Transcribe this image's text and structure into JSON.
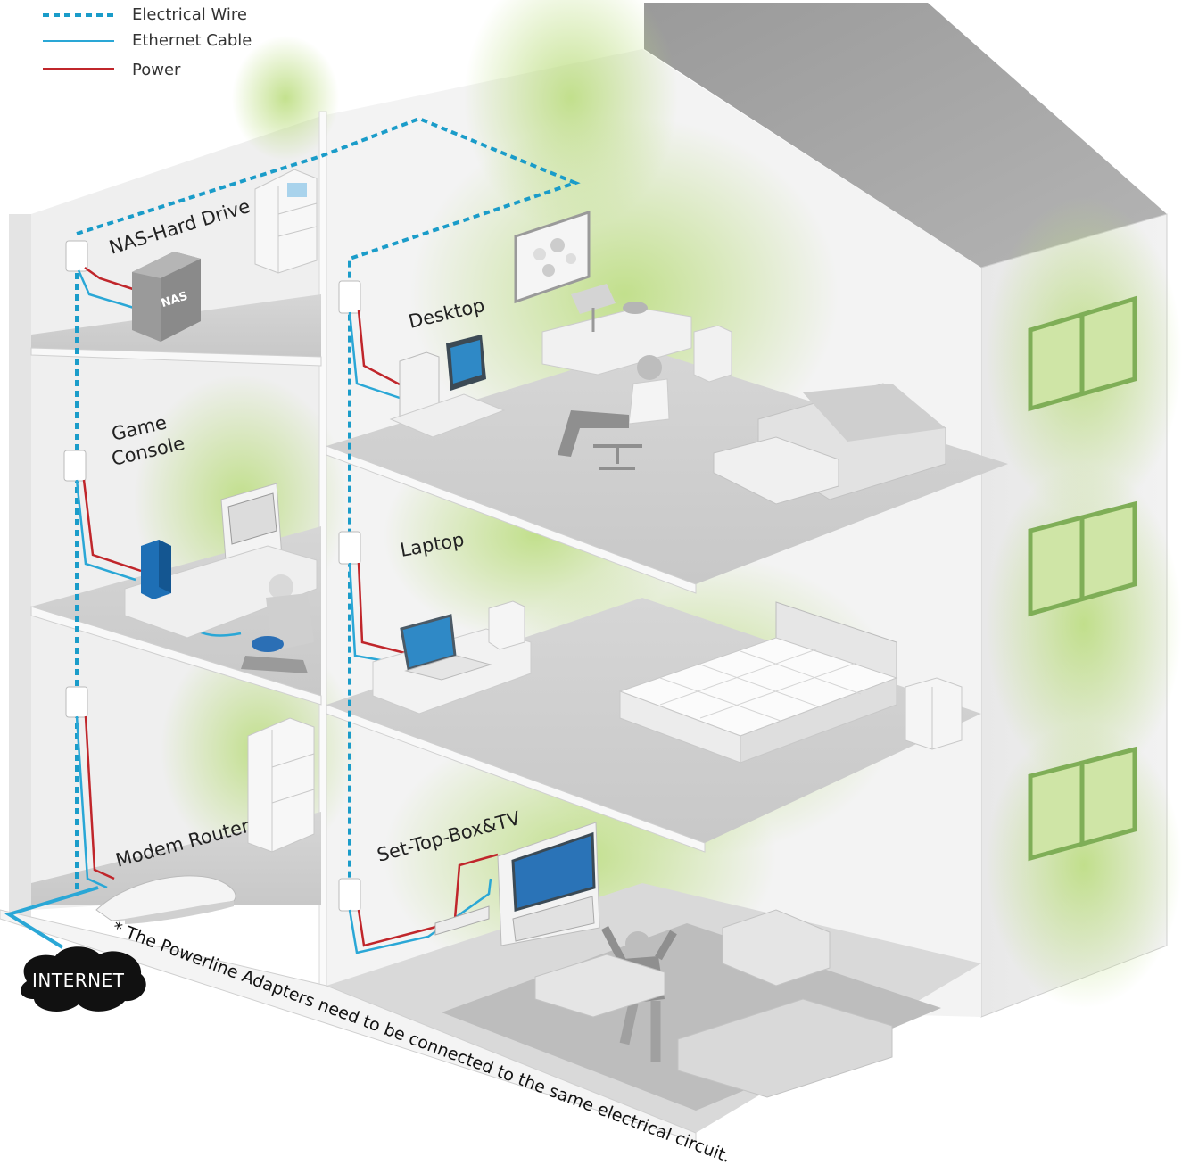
{
  "legend": {
    "items": [
      {
        "label": "Electrical Wire",
        "color": "#1a9cc9",
        "style": "dashed"
      },
      {
        "label": "Ethernet Cable",
        "color": "#2aa7d6",
        "style": "solid"
      },
      {
        "label": "Power",
        "color": "#c0262b",
        "style": "solid"
      }
    ]
  },
  "rooms": {
    "nas": "NAS-Hard Drive",
    "desktop": "Desktop",
    "game_line1": "Game",
    "game_line2": "Console",
    "laptop": "Laptop",
    "modem": "Modem Router",
    "settop": "Set-Top-Box&TV"
  },
  "devices": {
    "nas_box": "NAS"
  },
  "internet_label": "INTERNET",
  "footnote": "* The Powerline Adapters need to be connected to the same electrical circuit.",
  "colors": {
    "electrical_wire": "#1a9cc9",
    "ethernet": "#2aa7d6",
    "power": "#c0262b",
    "glow": "#b9dc7a",
    "window_frame": "#8fb86a"
  }
}
